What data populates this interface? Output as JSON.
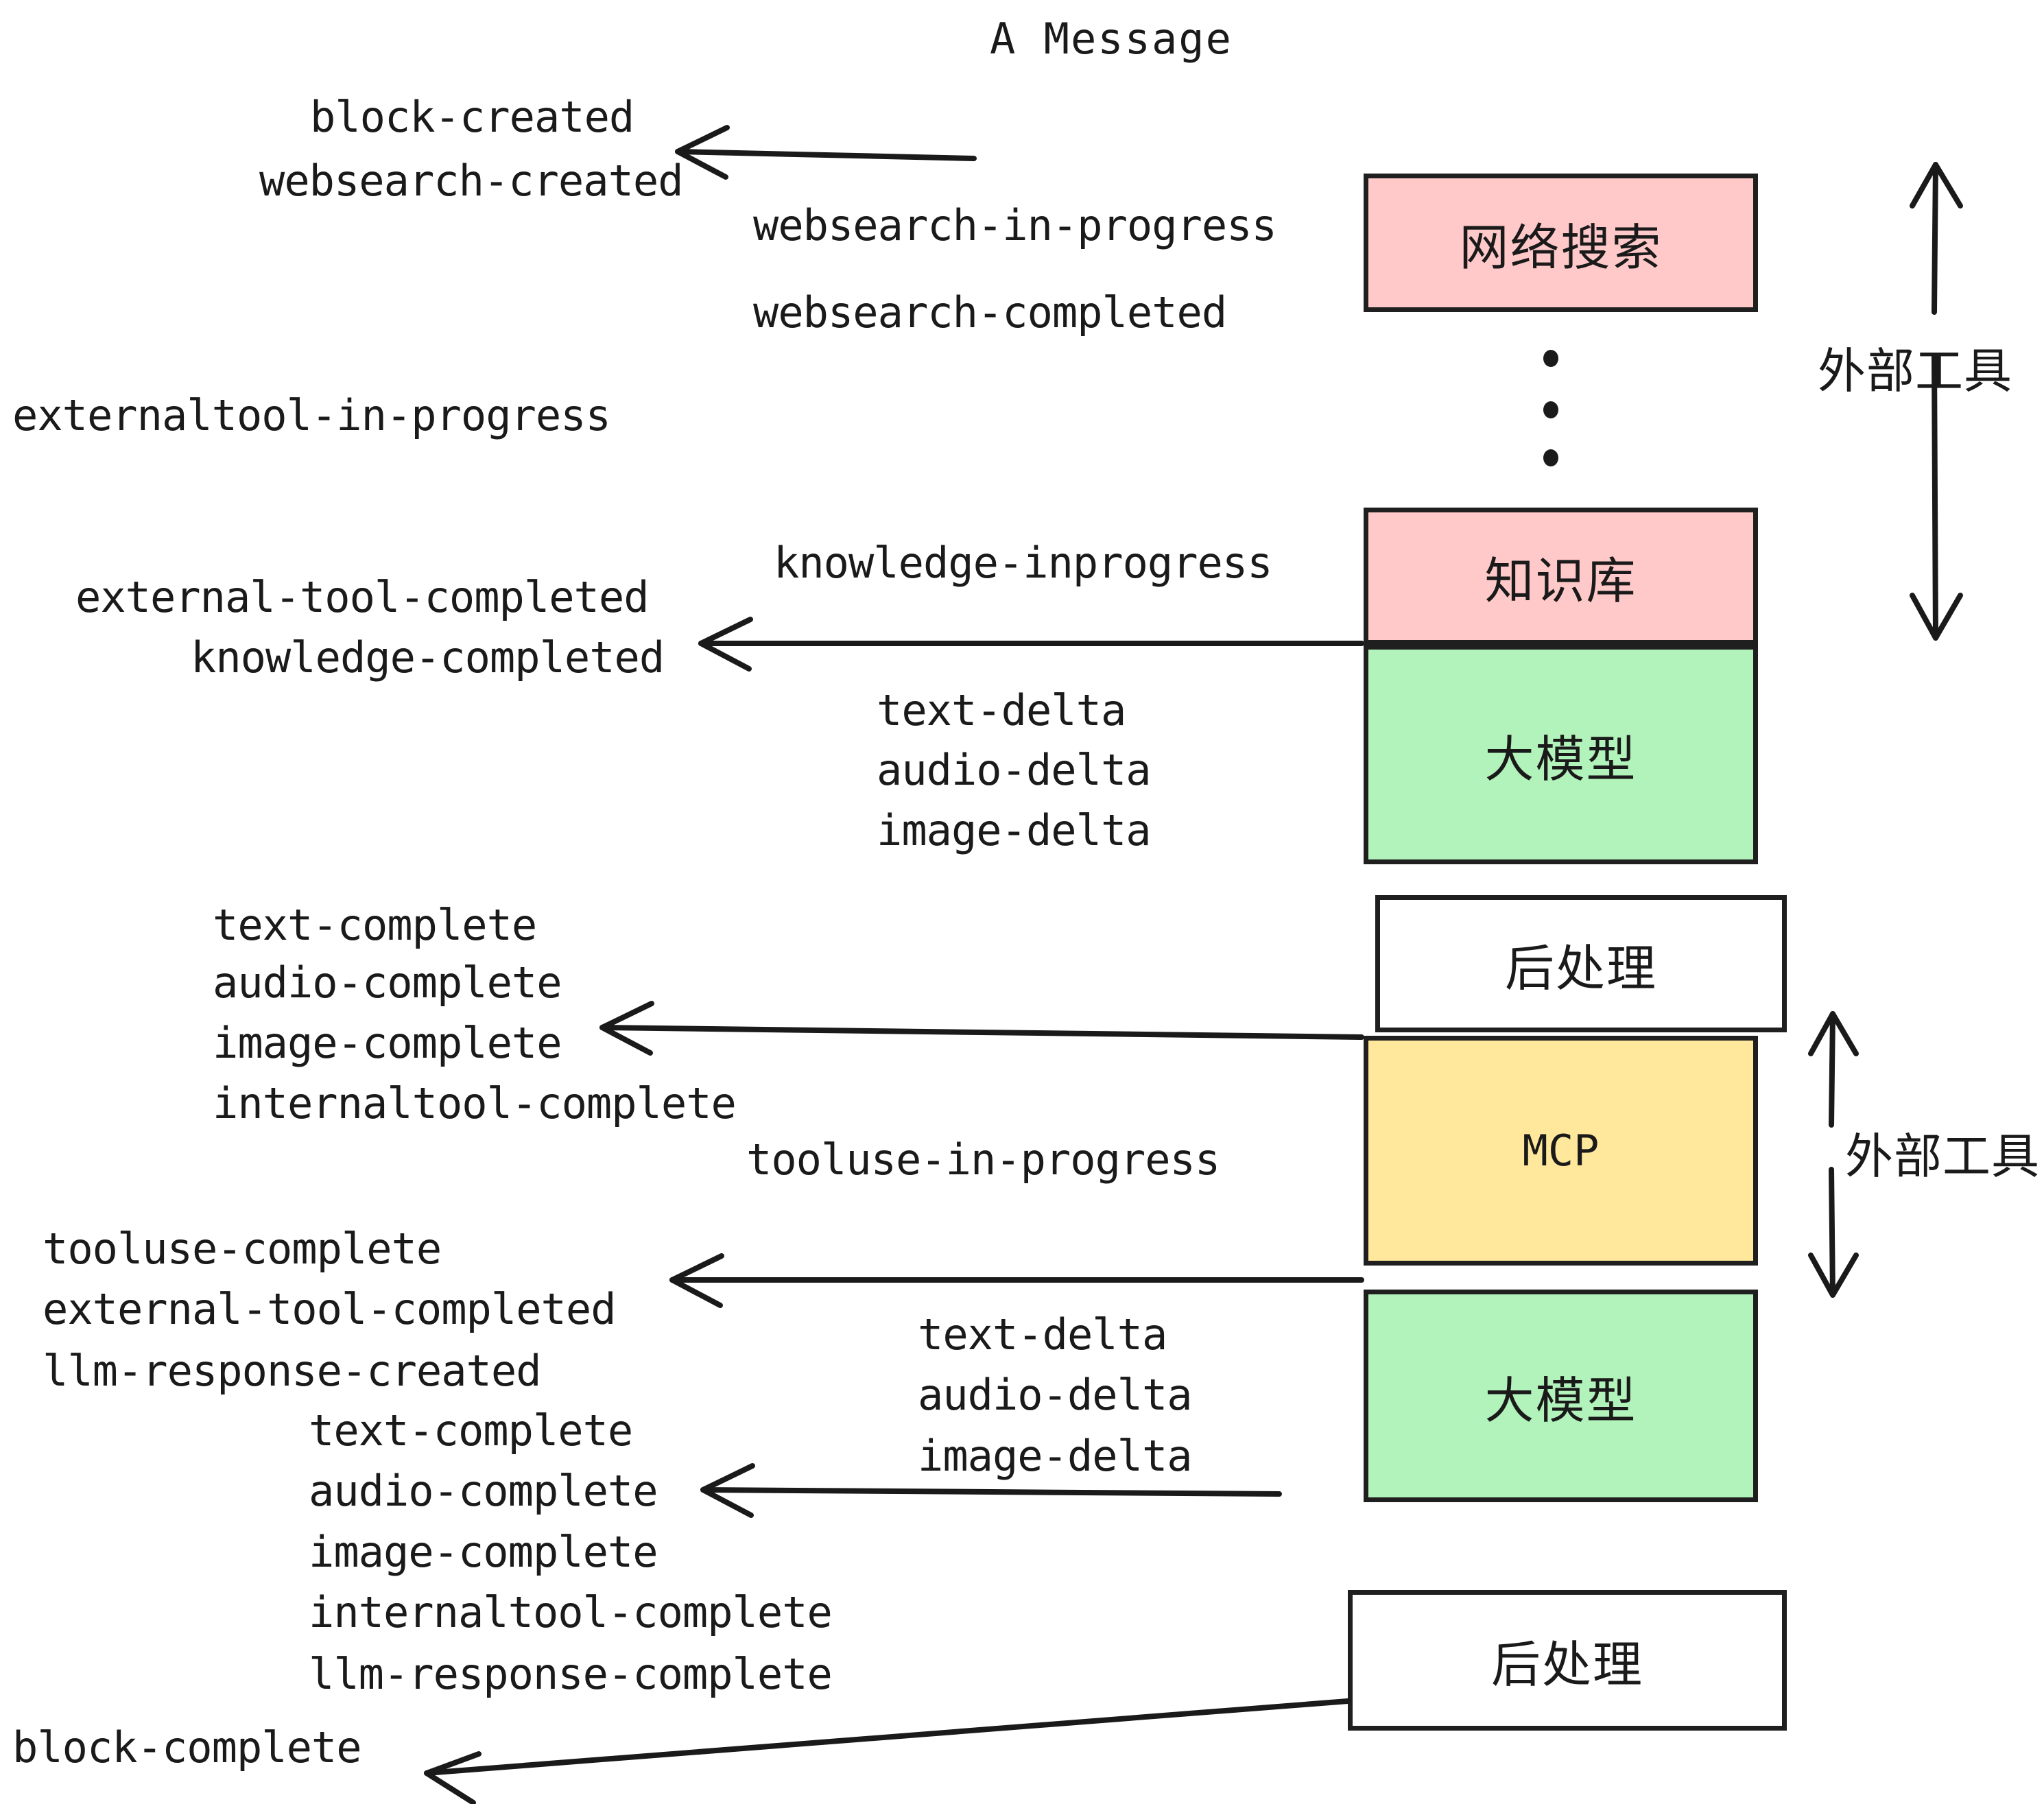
{
  "diagram": {
    "title": "A Message",
    "colors": {
      "pink": "#FFC9C9",
      "green": "#B2F2BB",
      "yellow": "#FFE79B",
      "white": "#FFFFFF",
      "stroke": "#1F1F1F",
      "text": "#1A1A1A",
      "background": "#FFFFFF"
    },
    "boxes": [
      {
        "label": "网络搜索",
        "color": "pink",
        "name": "web-search"
      },
      {
        "label": "知识库",
        "color": "pink",
        "name": "knowledge-base"
      },
      {
        "label": "大模型",
        "color": "green",
        "name": "llm-1"
      },
      {
        "label": "后处理",
        "color": "white",
        "name": "postprocess-1"
      },
      {
        "label": "MCP",
        "color": "yellow",
        "name": "mcp"
      },
      {
        "label": "大模型",
        "color": "green",
        "name": "llm-2"
      },
      {
        "label": "后处理",
        "color": "white",
        "name": "postprocess-2"
      }
    ],
    "side_labels": [
      {
        "text": "外部工具",
        "name": "external-tool-upper"
      },
      {
        "text": "外部工具",
        "name": "external-tool-lower"
      }
    ],
    "events": [
      {
        "id": "e01",
        "text": "block-created"
      },
      {
        "id": "e02",
        "text": "websearch-created"
      },
      {
        "id": "e03",
        "text": "websearch-in-progress"
      },
      {
        "id": "e04",
        "text": "websearch-completed"
      },
      {
        "id": "e05",
        "text": "externaltool-in-progress"
      },
      {
        "id": "e06",
        "text": "knowledge-inprogress"
      },
      {
        "id": "e07",
        "text": "external-tool-completed"
      },
      {
        "id": "e08",
        "text": "knowledge-completed"
      },
      {
        "id": "e09",
        "text": "text-delta"
      },
      {
        "id": "e10",
        "text": "audio-delta"
      },
      {
        "id": "e11",
        "text": "image-delta"
      },
      {
        "id": "e12",
        "text": "text-complete"
      },
      {
        "id": "e13",
        "text": "audio-complete"
      },
      {
        "id": "e14",
        "text": "image-complete"
      },
      {
        "id": "e15",
        "text": "internaltool-complete"
      },
      {
        "id": "e16",
        "text": "tooluse-in-progress"
      },
      {
        "id": "e17",
        "text": "tooluse-complete"
      },
      {
        "id": "e18",
        "text": "external-tool-completed"
      },
      {
        "id": "e19",
        "text": "llm-response-created"
      },
      {
        "id": "e20",
        "text": "text-complete"
      },
      {
        "id": "e21",
        "text": "audio-complete"
      },
      {
        "id": "e22",
        "text": "image-complete"
      },
      {
        "id": "e23",
        "text": "internaltool-complete"
      },
      {
        "id": "e24",
        "text": "llm-response-complete"
      },
      {
        "id": "e25",
        "text": "text-delta"
      },
      {
        "id": "e26",
        "text": "audio-delta"
      },
      {
        "id": "e27",
        "text": "image-delta"
      },
      {
        "id": "e28",
        "text": "block-complete"
      }
    ]
  }
}
